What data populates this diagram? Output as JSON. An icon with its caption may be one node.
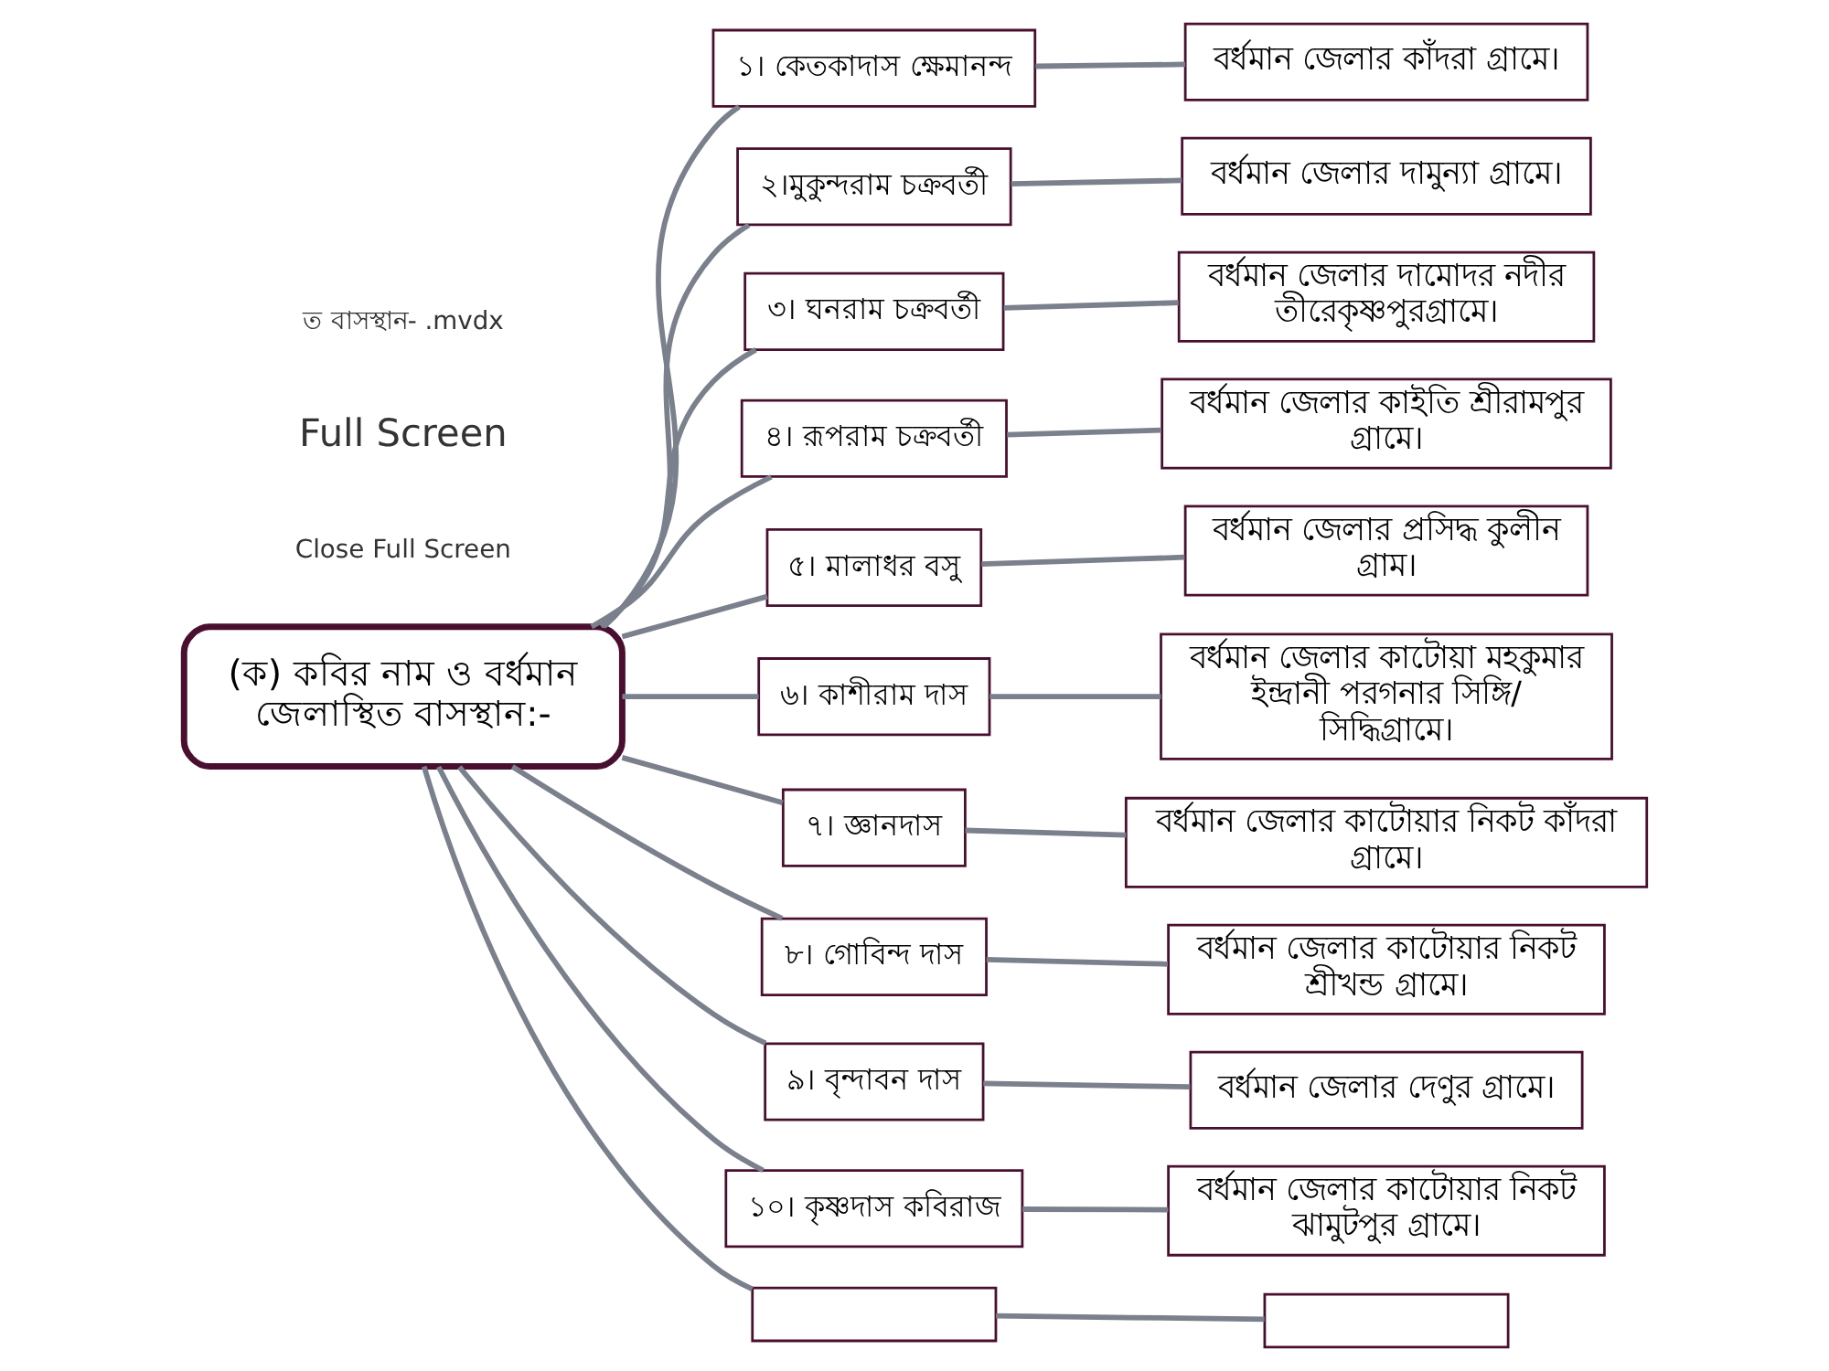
{
  "diagram": {
    "nodes": [
      {
        "text": [
          "(ক) কবির নাম ও বর্ধমান জেলাস্থিত বাসস্থান:-"
        ]
      },
      {
        "text": [
          "১। কেতকাদাস ক্ষেমানন্দ"
        ]
      },
      {
        "text": [
          "বর্ধমান জেলার কাঁদরা গ্রামে।"
        ]
      },
      {
        "text": [
          "২।মুকুন্দরাম চক্রবর্তী"
        ]
      },
      {
        "text": [
          "বর্ধমান জেলার দামুন্যা গ্রামে।"
        ]
      },
      {
        "text": [
          "৩। ঘনরাম চক্রবর্তী"
        ]
      },
      {
        "text": [
          "বর্ধমান জেলার দামোদর নদীর তীরেকৃষ্ণপুরগ্রামে।"
        ]
      },
      {
        "text": [
          "৪। রূপরাম চক্রবর্তী"
        ]
      },
      {
        "text": [
          "বর্ধমান জেলার কাইতি শ্রীরামপুর গ্রামে।"
        ]
      },
      {
        "text": [
          "৫। মালাধর বসু"
        ]
      },
      {
        "text": [
          "বর্ধমান জেলার প্রসিদ্ধ কুলীন গ্রাম।"
        ]
      },
      {
        "text": [
          "৬। কাশীরাম দাস"
        ]
      },
      {
        "text": [
          "বর্ধমান জেলার কাটোয়া মহকুমার ইন্দ্রানী পরগনার সিঙ্গি/ সিদ্ধিগ্রামে।"
        ]
      },
      {
        "text": [
          "৭। জ্ঞানদাস"
        ]
      },
      {
        "text": [
          "বর্ধমান জেলার কাটোয়ার নিকট কাঁদরা গ্রামে।"
        ]
      },
      {
        "text": [
          "৮। গোবিন্দ দাস"
        ]
      },
      {
        "text": [
          "বর্ধমান জেলার কাটোয়ার নিকট শ্রীখন্ড গ্রামে।"
        ]
      },
      {
        "text": [
          "৯। বৃন্দাবন দাস"
        ]
      },
      {
        "text": [
          "বর্ধমান জেলার দেণুর গ্রামে।"
        ]
      },
      {
        "text": [
          "১০। কৃষ্ণদাস কবিরাজ"
        ]
      },
      {
        "text": [
          "বর্ধমান জেলার কাটোয়ার নিকট ঝামুটপুর গ্রামে।"
        ]
      },
      {
        "text": [],
        "shape": "box"
      },
      {
        "text": [],
        "shape": "box"
      }
    ],
    "edges": [
      {
        "from": 0,
        "to": 1,
        "arrow": "none"
      },
      {
        "from": 1,
        "to": 2,
        "arrow": "none"
      },
      {
        "from": 0,
        "to": 3,
        "arrow": "none"
      },
      {
        "from": 3,
        "to": 4,
        "arrow": "none"
      },
      {
        "from": 0,
        "to": 5,
        "arrow": "none"
      },
      {
        "from": 5,
        "to": 6,
        "arrow": "none"
      },
      {
        "from": 0,
        "to": 7,
        "arrow": "none"
      },
      {
        "from": 7,
        "to": 8,
        "arrow": "none"
      },
      {
        "from": 0,
        "to": 9,
        "arrow": "none"
      },
      {
        "from": 9,
        "to": 10,
        "arrow": "none"
      },
      {
        "from": 0,
        "to": 11,
        "arrow": "none"
      },
      {
        "from": 11,
        "to": 12,
        "arrow": "none"
      },
      {
        "from": 0,
        "to": 13,
        "arrow": "none"
      },
      {
        "from": 13,
        "to": 14,
        "arrow": "none"
      },
      {
        "from": 0,
        "to": 15,
        "arrow": "none"
      },
      {
        "from": 15,
        "to": 16,
        "arrow": "none"
      },
      {
        "from": 0,
        "to": 17,
        "arrow": "none"
      },
      {
        "from": 17,
        "to": 18,
        "arrow": "none"
      },
      {
        "from": 0,
        "to": 19,
        "arrow": "none"
      },
      {
        "from": 19,
        "to": 20,
        "arrow": "none"
      },
      {
        "from": 0,
        "to": 21,
        "arrow": "none"
      },
      {
        "from": 21,
        "to": 22,
        "arrow": "none"
      }
    ],
    "labels": [
      "ত বাসস্থান- .mvdx",
      "Full Screen",
      "Close Full Screen"
    ]
  }
}
